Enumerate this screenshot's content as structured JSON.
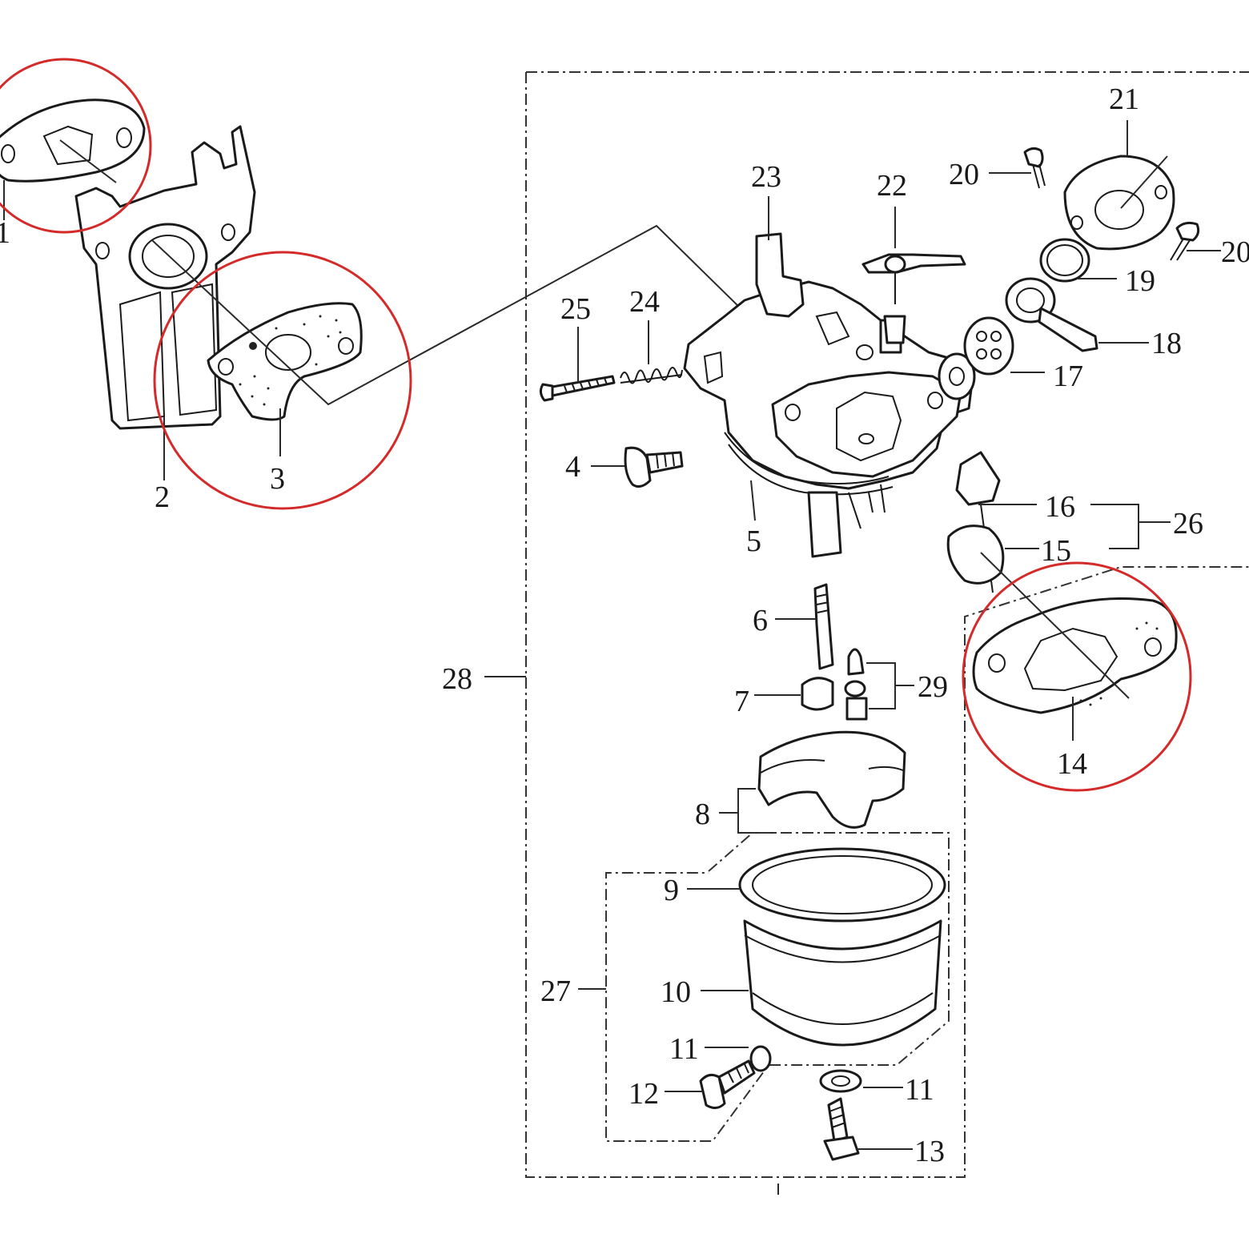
{
  "callouts": {
    "c1": "1",
    "c2": "2",
    "c3": "3",
    "c4": "4",
    "c5": "5",
    "c6": "6",
    "c7": "7",
    "c8": "8",
    "c9": "9",
    "c10": "10",
    "c11a": "11",
    "c11b": "11",
    "c12": "12",
    "c13": "13",
    "c14": "14",
    "c15": "15",
    "c16": "16",
    "c17": "17",
    "c18": "18",
    "c19": "19",
    "c20a": "20",
    "c20b": "20",
    "c21": "21",
    "c22": "22",
    "c23": "23",
    "c24": "24",
    "c25": "25",
    "c26": "26",
    "c27": "27",
    "c28": "28",
    "c29": "29"
  },
  "colors": {
    "line": "#1a1a1a",
    "highlight_ring": "#d42a2a",
    "background": "#ffffff"
  },
  "highlighted_parts": [
    "1",
    "3",
    "14"
  ]
}
